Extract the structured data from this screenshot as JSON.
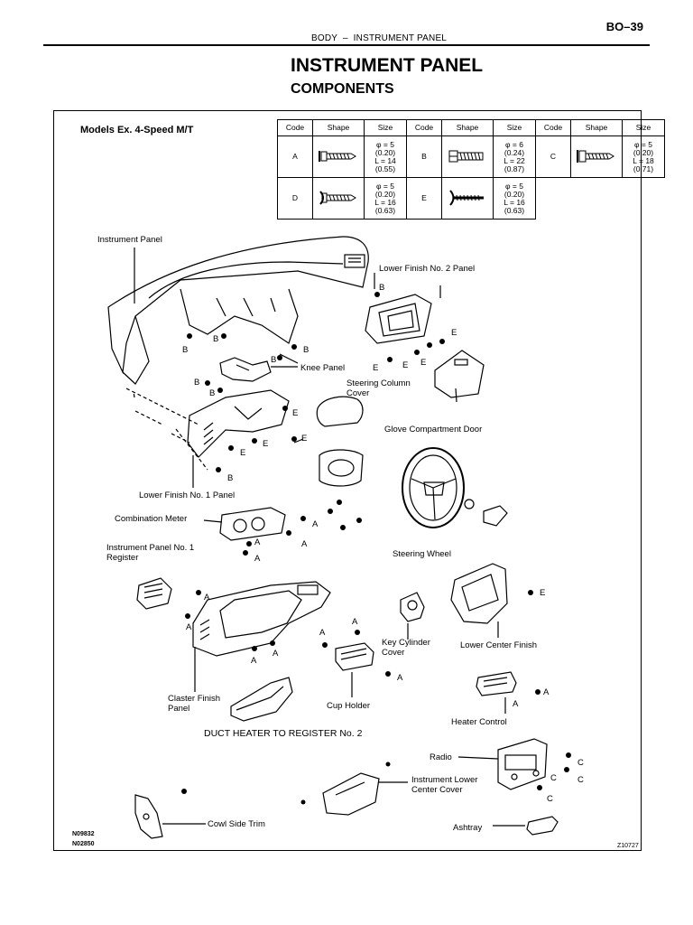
{
  "header": {
    "section": "BODY",
    "dash": "–",
    "subsection": "INSTRUMENT PANEL",
    "page": "BO–39"
  },
  "title": "INSTRUMENT PANEL",
  "subtitle": "COMPONENTS",
  "models_note": "Models Ex. 4-Speed M/T",
  "table": {
    "headers": [
      "Code",
      "Shape",
      "Size",
      "Code",
      "Shape",
      "Size",
      "Code",
      "Shape",
      "Size"
    ],
    "rows": [
      [
        {
          "code": "A",
          "shape_icon": "screw-shape-icon",
          "size": "φ = 5\n(0.20)\nL = 14\n(0.55)"
        },
        {
          "code": "B",
          "shape_icon": "bolt-shape-icon",
          "size": "φ = 6\n(0.24)\nL = 22\n(0.87)"
        },
        {
          "code": "C",
          "shape_icon": "screw-shape-icon",
          "size": "φ = 5\n(0.20)\nL = 18\n(0.71)"
        }
      ],
      [
        {
          "code": "D",
          "shape_icon": "screw-shape-icon",
          "size": "φ = 5\n(0.20)\nL = 16\n(0.63)"
        },
        {
          "code": "E",
          "shape_icon": "screw-shape-icon",
          "size": "φ = 5\n(0.20)\nL = 16\n(0.63)"
        }
      ]
    ]
  },
  "labels": {
    "instrument_panel": "Instrument Panel",
    "lower_finish_2": "Lower Finish No. 2 Panel",
    "knee_panel": "Knee Panel",
    "steering_column_cover": "Steering Column\nCover",
    "glove_door": "Glove Compartment Door",
    "lower_finish_1": "Lower Finish No. 1 Panel",
    "combination_meter": "Combination Meter",
    "register_1": "Instrument Panel No. 1\nRegister",
    "steering_wheel": "Steering Wheel",
    "key_cylinder_cover": "Key Cylinder\nCover",
    "lower_center_finish": "Lower Center Finish",
    "cluster_finish": "Claster Finish\nPanel",
    "cup_holder": "Cup Holder",
    "heater_control": "Heater Control",
    "duct_heater": "DUCT HEATER TO REGISTER No. 2",
    "radio": "Radio",
    "lower_center_cover": "Instrument Lower\nCenter Cover",
    "cowl_side_trim": "Cowl Side Trim",
    "ashtray": "Ashtray"
  },
  "fastener_letters": {
    "b": "B",
    "e": "E",
    "a": "A",
    "c": "C"
  },
  "ref_codes": "N09832\nN02850",
  "figure_id": "Z10727"
}
